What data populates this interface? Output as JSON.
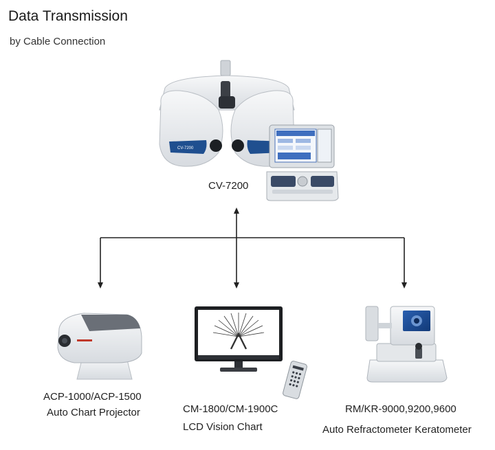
{
  "title": "Data Transmission",
  "subtitle": "by Cable Connection",
  "devices": {
    "phoropter": {
      "label": "CV-7200"
    },
    "projector": {
      "label_line1": "ACP-1000/ACP-1500",
      "label_line2": "Auto Chart Projector"
    },
    "lcd_chart": {
      "label_line1": "CM-1800/CM-1900C",
      "label_line2": "LCD Vision Chart"
    },
    "refractometer": {
      "label_line1": "RM/KR-9000,9200,9600",
      "label_line2": "Auto Refractometer Keratometer"
    }
  },
  "colors": {
    "connector": "#222222",
    "device_body": "#e9ecef",
    "accent_blue": "#1f4f8f"
  }
}
